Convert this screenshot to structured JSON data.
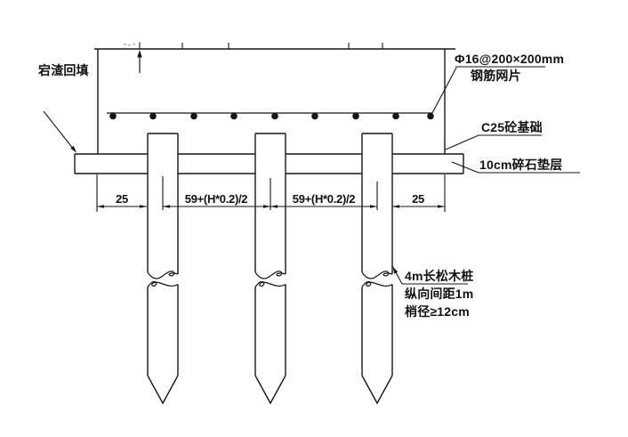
{
  "drawing": {
    "labels": {
      "backfill": "宕渣回填",
      "mesh_line1": "Φ16@200×200mm",
      "mesh_line2": "钢筋网片",
      "foundation": "C25砼基础",
      "cushion": "10cm碎石垫层",
      "pile_line1": "4m长松木桩",
      "pile_line2": "纵向间距1m",
      "pile_line3": "梢径≥12cm"
    },
    "dimensions": {
      "left_edge": "25",
      "left_span": "59+(H*0.2)/2",
      "right_span": "59+(H*0.2)/2",
      "right_edge": "25"
    },
    "colors": {
      "line": "#161616",
      "background": "#ffffff"
    }
  }
}
